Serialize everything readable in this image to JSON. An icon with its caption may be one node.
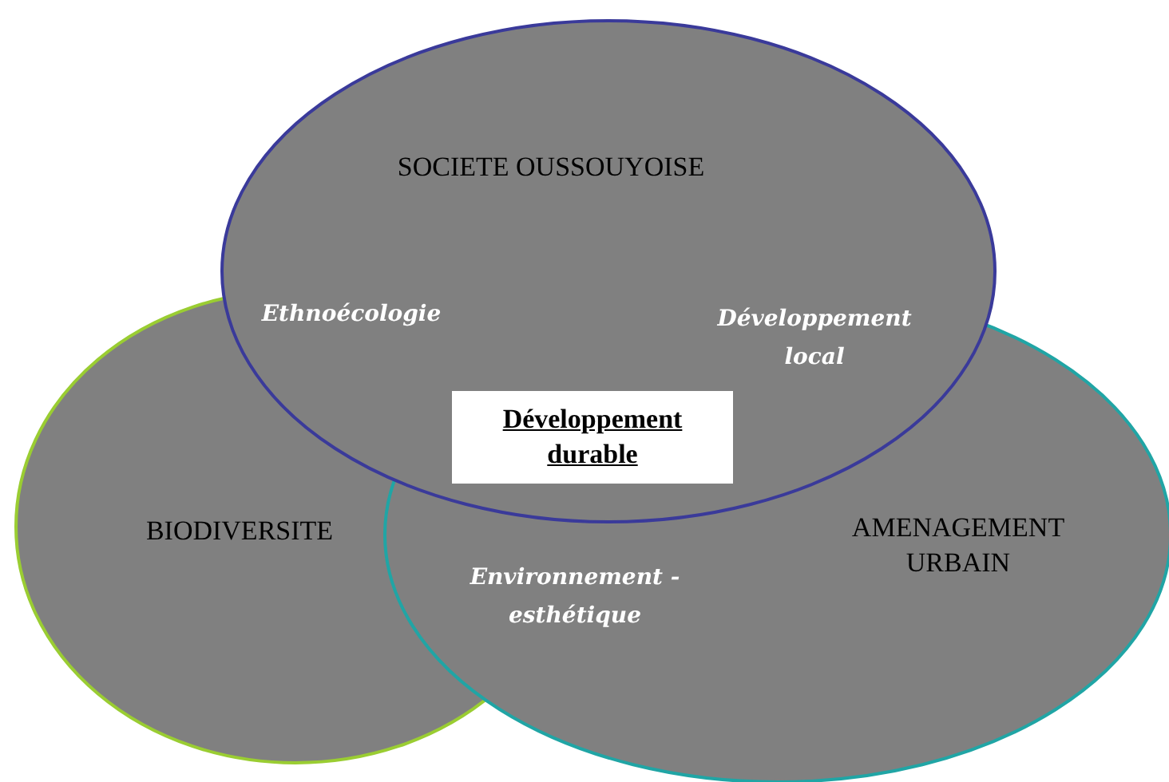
{
  "diagram": {
    "nodes": [
      {
        "text": [
          "SOCIETE OUSSOUYOISE"
        ]
      },
      {
        "text": [
          "BIODIVERSITE"
        ]
      },
      {
        "text": [
          "AMENAGEMENT URBAIN"
        ]
      },
      {
        "text": [
          "Développement durable"
        ]
      }
    ],
    "edges": [],
    "labels": [
      "Ethnoécologie",
      "Développement local",
      "Environnement - esthétique"
    ]
  }
}
